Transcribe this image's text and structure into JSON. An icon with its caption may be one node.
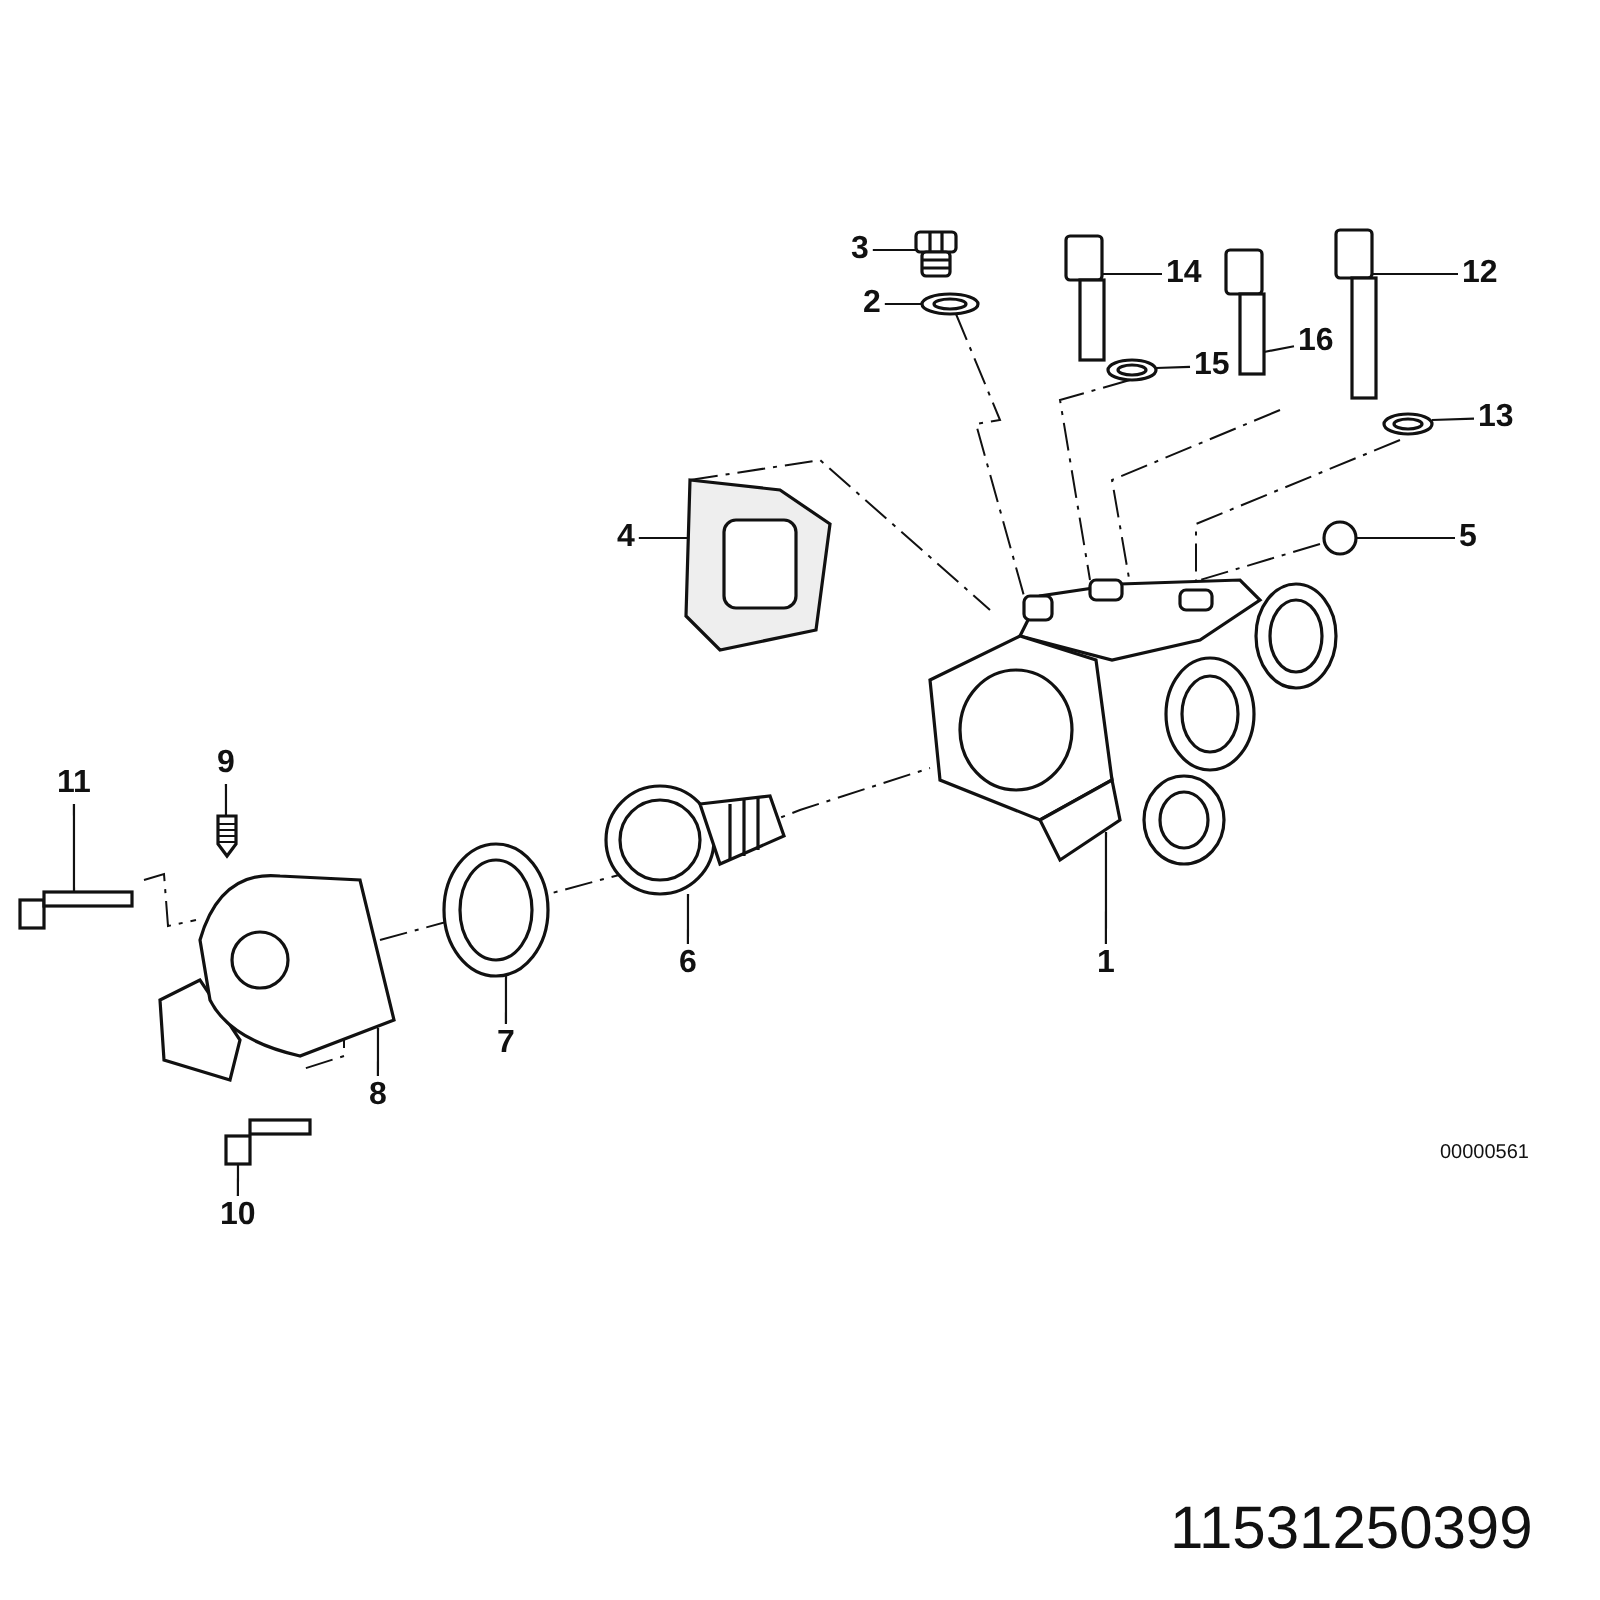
{
  "diagram": {
    "nodes": [
      {
        "text": [
          "3"
        ]
      },
      {
        "text": [
          "14"
        ]
      },
      {
        "text": [
          "12"
        ]
      },
      {
        "text": [
          "2"
        ]
      },
      {
        "text": [
          "15"
        ]
      },
      {
        "text": [
          "16"
        ]
      },
      {
        "text": [
          "13"
        ]
      },
      {
        "text": [
          "4"
        ]
      },
      {
        "text": [
          "5"
        ]
      },
      {
        "text": [
          "11"
        ]
      },
      {
        "text": [
          "9"
        ]
      },
      {
        "text": [
          "6"
        ]
      },
      {
        "text": [
          "1"
        ]
      },
      {
        "text": [
          "7"
        ]
      },
      {
        "text": [
          "8"
        ]
      },
      {
        "text": [
          "10"
        ]
      },
      {
        "text": [],
        "shape": "picture"
      },
      {
        "text": [],
        "shape": "picture"
      },
      {
        "text": [],
        "shape": "picture"
      },
      {
        "text": [],
        "shape": "picture"
      },
      {
        "text": [],
        "shape": "picture"
      },
      {
        "text": [],
        "shape": "picture"
      },
      {
        "text": [],
        "shape": "picture"
      },
      {
        "text": [],
        "shape": "picture"
      },
      {
        "text": [],
        "shape": "picture"
      },
      {
        "text": [],
        "shape": "picture"
      },
      {
        "text": [],
        "shape": "picture"
      },
      {
        "text": [],
        "shape": "picture"
      },
      {
        "text": [],
        "shape": "picture"
      },
      {
        "text": [],
        "shape": "picture"
      },
      {
        "text": [],
        "shape": "picture"
      },
      {
        "text": [],
        "shape": "picture"
      }
    ],
    "edges": [
      {
        "from": 0,
        "to": 16,
        "arrow": "none"
      },
      {
        "from": 1,
        "to": 17,
        "arrow": "none"
      },
      {
        "from": 2,
        "to": 18,
        "arrow": "none"
      },
      {
        "from": 3,
        "to": 19,
        "arrow": "none"
      },
      {
        "from": 4,
        "to": 20,
        "arrow": "none"
      },
      {
        "from": 5,
        "to": 21,
        "arrow": "none"
      },
      {
        "from": 6,
        "to": 22,
        "arrow": "none"
      },
      {
        "from": 7,
        "to": 23,
        "arrow": "none"
      },
      {
        "from": 8,
        "to": 24,
        "arrow": "none"
      },
      {
        "from": 9,
        "to": 25,
        "arrow": "none"
      },
      {
        "from": 10,
        "to": 26,
        "arrow": "none"
      },
      {
        "from": 11,
        "to": 27,
        "arrow": "none"
      },
      {
        "from": 12,
        "to": 28,
        "arrow": "none"
      },
      {
        "from": 13,
        "to": 29,
        "arrow": "none"
      },
      {
        "from": 14,
        "to": 30,
        "arrow": "none"
      },
      {
        "from": 15,
        "to": 31,
        "arrow": "none"
      }
    ],
    "labels": [
      "00000561",
      "11531250399"
    ]
  }
}
